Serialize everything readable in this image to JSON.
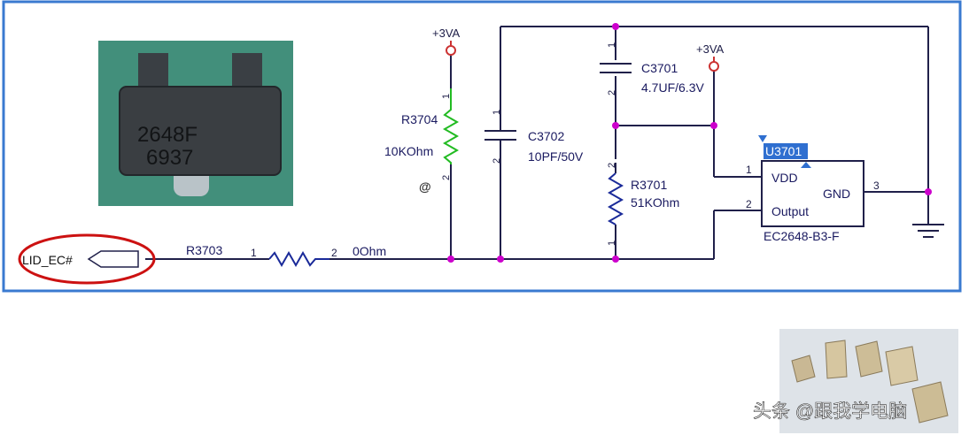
{
  "schematic": {
    "power_left": "+3VA",
    "power_right": "+3VA",
    "r3704": {
      "name": "R3704",
      "value": "10KOhm",
      "pin1": "1",
      "pin2": "2",
      "mark": "@"
    },
    "c3702": {
      "name": "C3702",
      "value": "10PF/50V",
      "pin1": "1",
      "pin2": "2"
    },
    "c3701": {
      "name": "C3701",
      "value": "4.7UF/6.3V",
      "pin1": "1",
      "pin2": "2"
    },
    "r3701": {
      "name": "R3701",
      "value": "51KOhm",
      "pin1": "1",
      "pin2": "2"
    },
    "r3703": {
      "name": "R3703",
      "value": "0Ohm",
      "pin1": "1",
      "pin2": "2"
    },
    "u3701": {
      "name": "U3701",
      "part": "EC2648-B3-F",
      "pin_vdd": "VDD",
      "pin_output": "Output",
      "pin_gnd": "GND",
      "pin_vdd_num": "1",
      "pin_output_num": "2",
      "pin_gnd_num": "3"
    },
    "port_label": "LID_EC#"
  },
  "chip_photo": {
    "marking_line1": "2648F",
    "marking_line2": "6937"
  },
  "watermark": "头条 @跟我学电脑",
  "colors": {
    "wire": "#20204a",
    "junction": "#cc00cc",
    "power": "#cc3333",
    "highlight": "#cc1111",
    "resistor_green": "#22bb22",
    "resistor_blue": "#1a2a99",
    "border": "#3a7ad0"
  }
}
